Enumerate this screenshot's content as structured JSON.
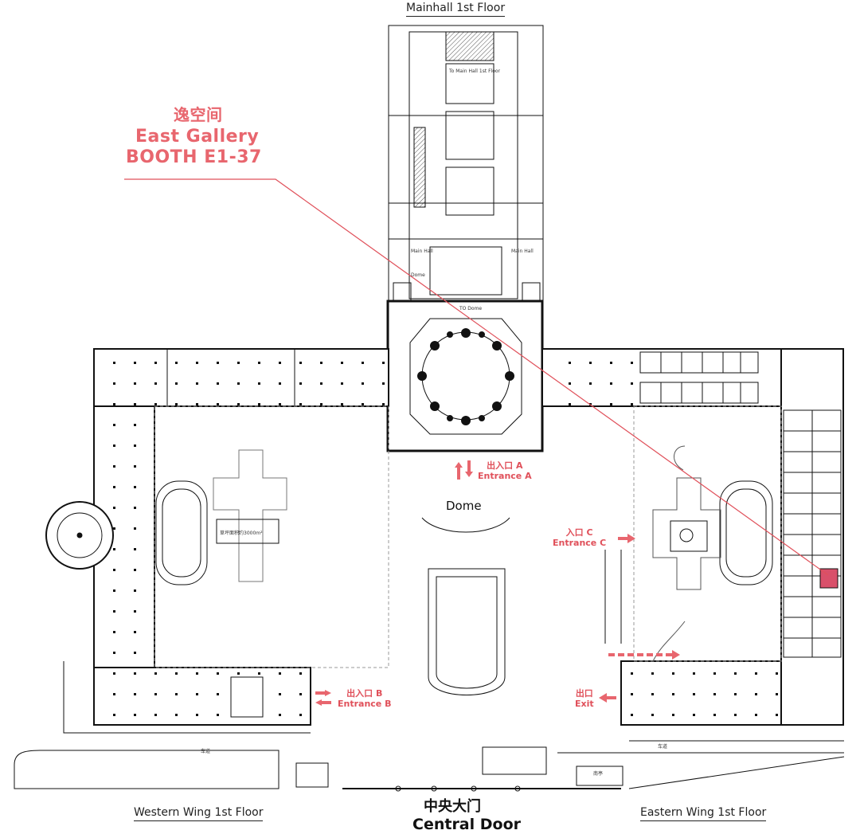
{
  "titles": {
    "mainhall": "Mainhall 1st Floor",
    "western": "Western Wing 1st Floor",
    "eastern": "Eastern Wing 1st Floor",
    "central_cn": "中央大门",
    "central_en": "Central Door"
  },
  "booth": {
    "cn": "逸空间",
    "en": "East Gallery",
    "code": "BOOTH E1-37"
  },
  "entrances": {
    "a_cn": "出入口 A",
    "a_en": "Entrance A",
    "b_cn": "出入口 B",
    "b_en": "Entrance B",
    "c_cn": "入口 C",
    "c_en": "Entrance C",
    "exit_cn": "出口",
    "exit_en": "Exit"
  },
  "plan_labels": {
    "dome": "Dome",
    "to_main_hall": "To Main Hall 1st Floor",
    "to_dome": "TO Dome",
    "main_hall": "Main Hall",
    "dome_small": "Dome",
    "road_left": "车道",
    "road_right": "车道",
    "south_pavilion": "南亭",
    "area_note": "草坪面积约3000m²"
  },
  "colors": {
    "accent": "#e8666e",
    "highlight": "#d9506a",
    "line": "#111111"
  }
}
